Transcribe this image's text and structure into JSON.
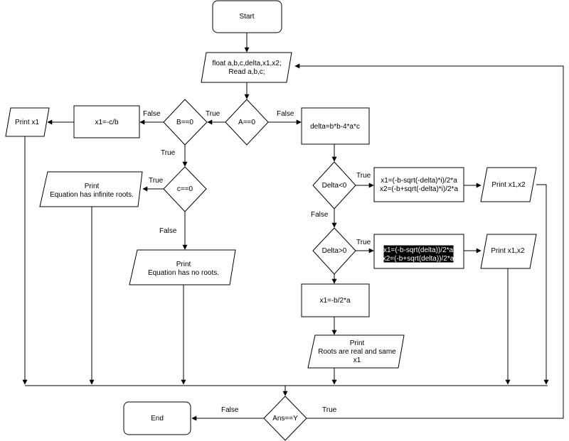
{
  "nodes": {
    "start": "Start",
    "input_line1": "float a,b,c,delta,x1,x2;",
    "input_line2": "Read a,b,c;",
    "cond_a": "A==0",
    "cond_b": "B==0",
    "assign_x1_linear": "x1=-c/b",
    "print_x1_linear": "Print x1",
    "cond_c": "c==0",
    "infinite_line1": "Print",
    "infinite_line2": "Equation has infinite roots.",
    "noroots_line1": "Print",
    "noroots_line2": "Equation has no roots.",
    "delta_assign": "delta=b*b-4*a*c",
    "cond_delta_neg": "Delta<0",
    "complex_line1": "x1=(-b-sqrt(-delta)*i)/2*a",
    "complex_line2": "x2=(-b+sqrt(-delta)*i)/2*a",
    "print_complex": "Print  x1,x2",
    "cond_delta_pos": "Delta>0",
    "real_line1": "x1=(-b-sqrt(delta))/2*a",
    "real_line2": "x2=(-b+sqrt(delta))/2*a",
    "print_real": "Print x1,x2",
    "same_assign": "x1=-b/2*a",
    "same_line1": "Print",
    "same_line2": "Roots are real and same",
    "same_line3": "x1",
    "cond_ans": "Ans==Y",
    "end": "End"
  },
  "edge_labels": {
    "a_true": "True",
    "a_false": "False",
    "b_false": "False",
    "b_true": "True",
    "c_true": "True",
    "c_false": "False",
    "dneg_true": "True",
    "dneg_false": "False",
    "dpos_true": "True",
    "ans_false": "False",
    "ans_true": "True"
  }
}
